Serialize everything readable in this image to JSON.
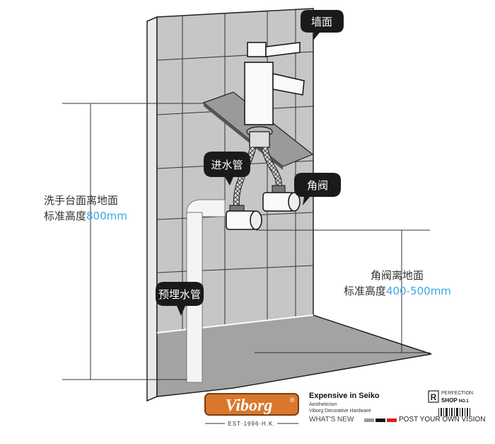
{
  "callouts": {
    "wall": "墙面",
    "inlet_pipe": "进水管",
    "angle_valve": "角阀",
    "embedded_pipe": "预埋水管"
  },
  "dimensions": {
    "basin_height": {
      "line1": "洗手台面离地面",
      "line2_prefix": "标准高度",
      "line2_value": "800mm"
    },
    "valve_height": {
      "line1": "角阀离地面",
      "line2_prefix": "标准高度",
      "line2_value": "400-500mm"
    }
  },
  "brand": {
    "logo": "Viborg",
    "registered": "®",
    "est": "EST·1996·H.K."
  },
  "footer": {
    "headline": "Expensive in Seiko",
    "sub1": "Aestheticism",
    "sub2": "Viborg Decorative Hardware",
    "whats_new": "WHAT'S NEW",
    "post": "POST YOUR OWN VISION",
    "badge_letter": "R",
    "perfection": "PERFECTION",
    "shop": "SHOP",
    "no1": "NO.1"
  },
  "colors": {
    "accent_blue": "#3aa9dd",
    "bubble": "#1a1a1a",
    "wall_tile": "#c9c9c9",
    "floor": "#9e9e9e",
    "logo_orange": "#d9772b"
  }
}
